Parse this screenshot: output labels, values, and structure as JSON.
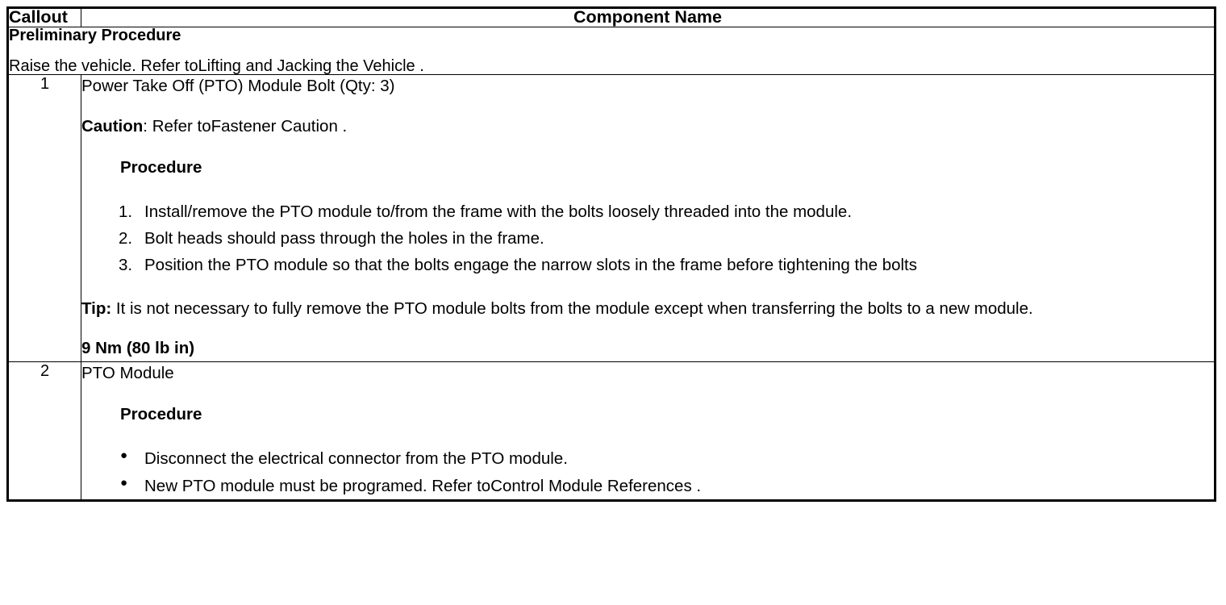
{
  "table": {
    "headers": {
      "callout": "Callout",
      "component_name": "Component Name"
    },
    "preliminary": {
      "title": "Preliminary Procedure",
      "body": "Raise the vehicle. Refer toLifting and Jacking the Vehicle ."
    },
    "rows": [
      {
        "callout": "1",
        "component_title": "Power Take Off (PTO) Module Bolt (Qty: 3)",
        "caution_label": "Caution",
        "caution_text": ": Refer toFastener Caution .",
        "procedure_heading": "Procedure",
        "steps": [
          "Install/remove the PTO module to/from the frame with the bolts loosely threaded into the module.",
          "Bolt heads should pass through the holes in the frame.",
          "Position the PTO module so that the bolts engage the narrow slots in the frame before tightening the bolts"
        ],
        "tip_label": "Tip:",
        "tip_text": " It is not necessary to fully remove the PTO module bolts from the module except when transferring the bolts to a new module.",
        "torque": "9 Nm (80 lb in)"
      },
      {
        "callout": "2",
        "component_title": "PTO Module",
        "procedure_heading": "Procedure",
        "bullets": [
          "Disconnect the electrical connector from the PTO module.",
          "New PTO module must be programed. Refer toControl Module References ."
        ]
      }
    ]
  },
  "colors": {
    "border": "#000000",
    "text": "#000000",
    "background": "#ffffff"
  }
}
